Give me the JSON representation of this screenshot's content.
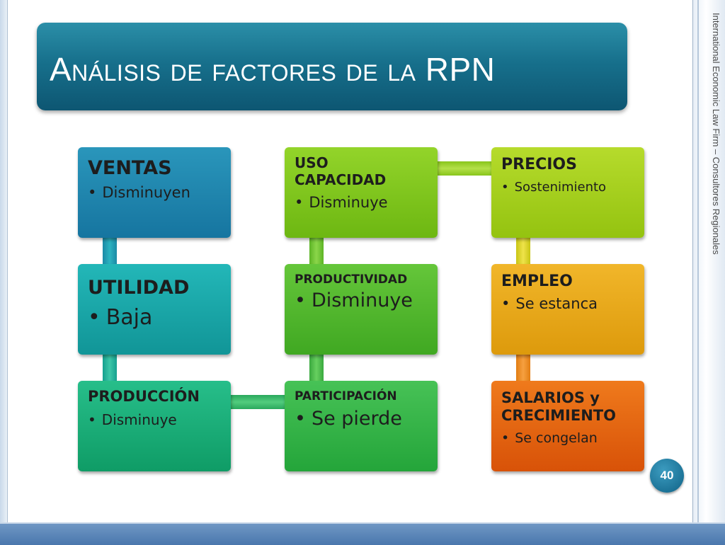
{
  "slide": {
    "title": "Análisis de factores de la RPN",
    "side_text": "International Economic Law Firm – Consultores Regionales",
    "page_number": "40"
  },
  "boxes": [
    {
      "head": "VENTAS",
      "bullet": "Disminuyen",
      "color": "#1b7fa4"
    },
    {
      "head": "UTILIDAD",
      "bullet": "Baja",
      "color": "#16a3a6"
    },
    {
      "head": "PRODUCCIÓN",
      "bullet": "Disminuye",
      "color": "#1cae78"
    },
    {
      "head": "USO CAPACIDAD",
      "bullet": "Disminuye",
      "color": "#7ec519"
    },
    {
      "head": "PRODUCTIVIDAD",
      "bullet": "Disminuye",
      "color": "#52b72b"
    },
    {
      "head": "PARTICIPACIÓN",
      "bullet": "Se pierde",
      "color": "#38b24a"
    },
    {
      "head": "PRECIOS",
      "bullet": "Sostenimiento",
      "color": "#a7d117"
    },
    {
      "head": "EMPLEO",
      "bullet": "Se estanca",
      "color": "#e6a613"
    },
    {
      "head": "SALARIOS y CRECIMIENTO",
      "bullet": "Se congelan",
      "color": "#e5600f"
    }
  ]
}
